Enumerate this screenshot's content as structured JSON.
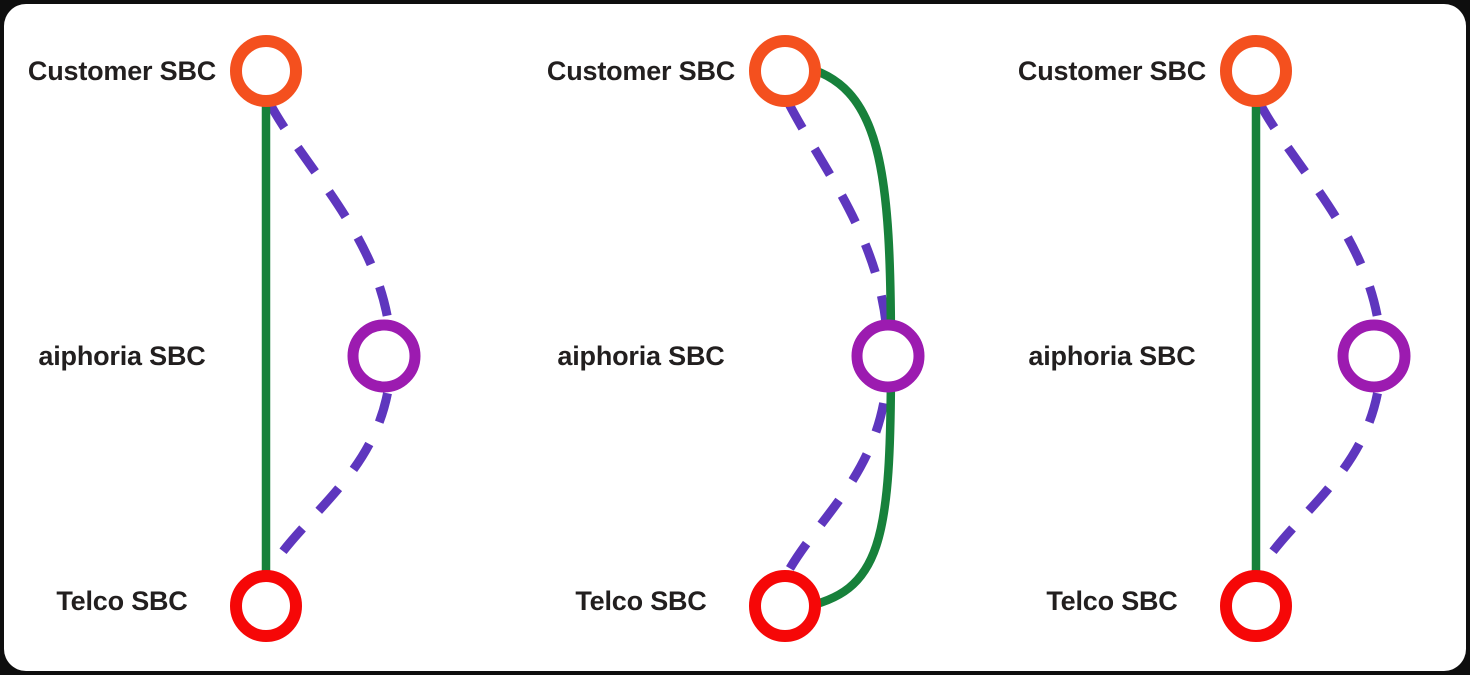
{
  "colors": {
    "customer_node": "#F4501E",
    "aiphoria_node": "#9C1BB0",
    "telco_node": "#F60707",
    "solid_link": "#17813B",
    "dashed_link": "#5E36BE",
    "label_text": "#221F1F",
    "frame": "#0E0E0E",
    "card_background": "#FFFFFF"
  },
  "panels": [
    {
      "customer_label": "Customer SBC",
      "aiphoria_label": "aiphoria SBC",
      "telco_label": "Telco SBC",
      "solid_path_route": "Customer SBC - Telco SBC (direct)",
      "dashed_path_route": "Customer SBC - aiphoria SBC - Telco SBC"
    },
    {
      "customer_label": "Customer SBC",
      "aiphoria_label": "aiphoria SBC",
      "telco_label": "Telco SBC",
      "solid_path_route": "Customer SBC - aiphoria SBC - Telco SBC",
      "dashed_path_route": "Customer SBC - aiphoria SBC - Telco SBC"
    },
    {
      "customer_label": "Customer SBC",
      "aiphoria_label": "aiphoria SBC",
      "telco_label": "Telco SBC",
      "solid_path_route": "Customer SBC - Telco SBC (direct)",
      "dashed_path_route": "Customer SBC - aiphoria SBC - Telco SBC"
    }
  ]
}
